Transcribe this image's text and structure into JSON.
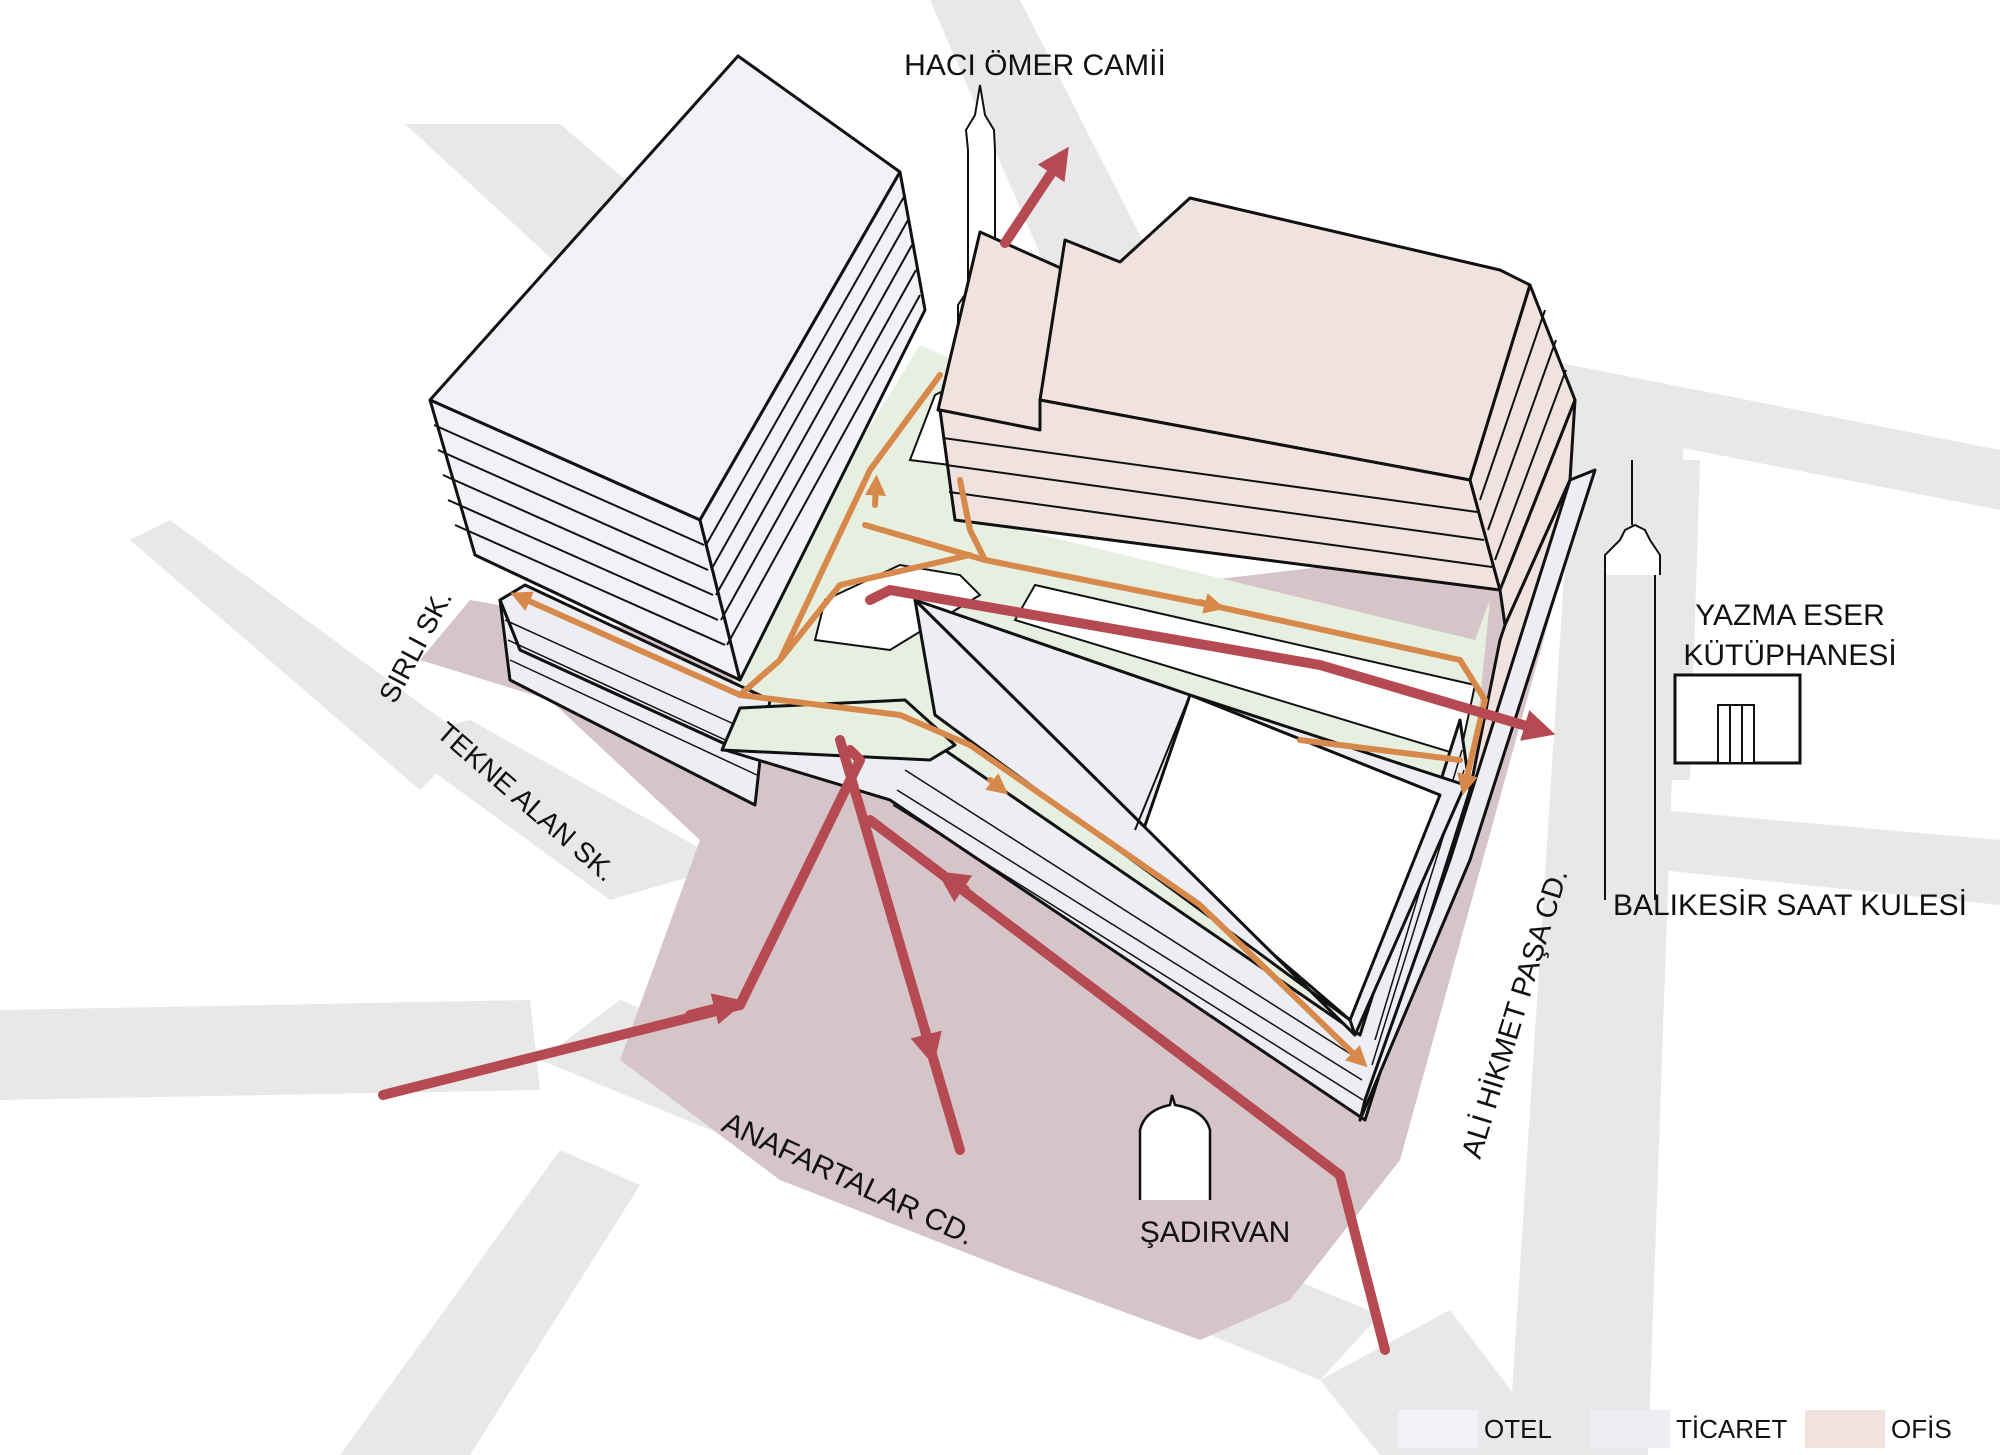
{
  "labels": {
    "haci_omer_camii": "HACI ÖMER CAMİİ",
    "sirli_sk": "SIRLI SK.",
    "tekne_alan_sk": "TEKNE ALAN SK.",
    "anafartalar_cd": "ANAFARTALAR CD.",
    "ali_hikmet_pasa_cd": "ALİ HİKMET PAŞA CD.",
    "sadirvan": "ŞADIRVAN",
    "yazma_eser_1": "YAZMA ESER",
    "yazma_eser_2": "KÜTÜPHANESİ",
    "balikesir_saat_kulesi": "BALIKESİR SAAT KULESİ"
  },
  "legend": [
    {
      "label": "OTEL",
      "color": "#f4f0f8"
    },
    {
      "label": "TİCARET",
      "color": "#eceef3"
    },
    {
      "label": "OFİS",
      "color": "#f0e2df"
    }
  ],
  "colors": {
    "street": "#e8e8e8",
    "plaza": "#d5c4c8",
    "courtyard": "#e7efe1",
    "otel": "#f4f0f8",
    "ticaret": "#eceef3",
    "ofis": "#f0e2df",
    "main_flow": "#b54a52",
    "inner_flow": "#d6894a",
    "outline": "#111111"
  },
  "icons": [
    "arrow-icon",
    "minaret-icon",
    "clock-tower-icon",
    "library-icon",
    "dome-icon"
  ]
}
